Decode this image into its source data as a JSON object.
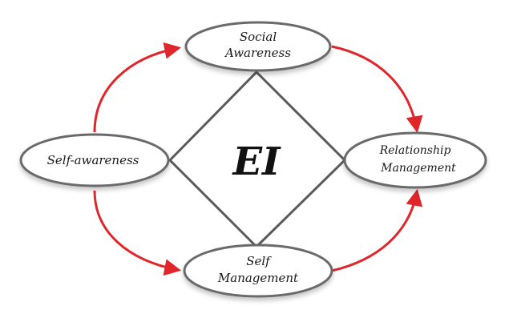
{
  "diagram": {
    "center": {
      "label": "EI"
    },
    "nodes": {
      "top": {
        "lines": [
          "Social",
          "Awareness"
        ]
      },
      "left": {
        "lines": [
          "Self-awareness"
        ]
      },
      "right": {
        "lines": [
          "Relationship",
          "Management"
        ]
      },
      "bottom": {
        "lines": [
          "Self",
          "Management"
        ]
      }
    },
    "colors": {
      "arrow": "#e0262b",
      "ellipse_stroke": "#6b6b6b",
      "diamond_stroke": "#5a5a5a",
      "ellipse_fill": "#ffffff"
    }
  }
}
